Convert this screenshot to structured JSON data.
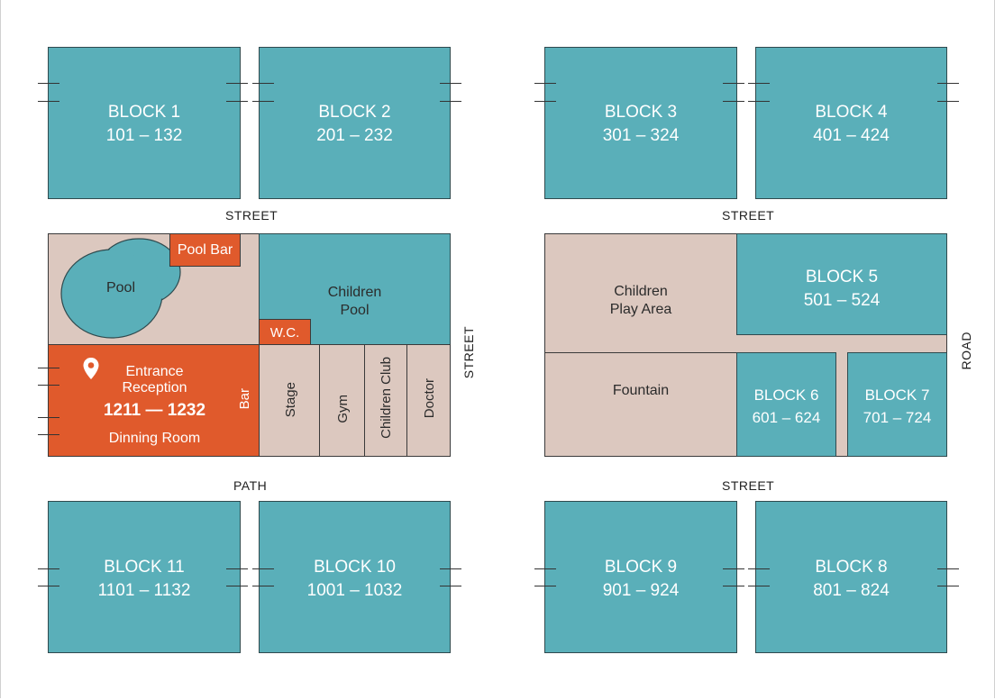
{
  "colors": {
    "block": "#5aafb9",
    "amenity": "#dcc8bf",
    "highlight": "#e05a2c",
    "outline": "#3a3a3a"
  },
  "blocks": {
    "b1": {
      "title": "BLOCK 1",
      "range": "101 – 132"
    },
    "b2": {
      "title": "BLOCK 2",
      "range": "201 – 232"
    },
    "b3": {
      "title": "BLOCK 3",
      "range": "301 – 324"
    },
    "b4": {
      "title": "BLOCK 4",
      "range": "401 – 424"
    },
    "b5": {
      "title": "BLOCK 5",
      "range": "501 – 524"
    },
    "b6": {
      "title": "BLOCK 6",
      "range": "601 – 624"
    },
    "b7": {
      "title": "BLOCK 7",
      "range": "701 – 724"
    },
    "b8": {
      "title": "BLOCK 8",
      "range": "801 – 824"
    },
    "b9": {
      "title": "BLOCK 9",
      "range": "901 – 924"
    },
    "b10": {
      "title": "BLOCK 10",
      "range": "1001 – 1032"
    },
    "b11": {
      "title": "BLOCK 11",
      "range": "1101 – 1132"
    }
  },
  "roads": {
    "street_top_left": "STREET",
    "street_top_right": "STREET",
    "street_vertical": "STREET",
    "path": "PATH",
    "street_bottom_right": "STREET",
    "road": "ROAD"
  },
  "amenities": {
    "pool": "Pool",
    "pool_bar": "Pool Bar",
    "children_pool_1": "Children",
    "children_pool_2": "Pool",
    "wc": "W.C.",
    "entrance": "Entrance",
    "reception": "Reception",
    "entrance_range": "1211 — 1232",
    "dinning_room": "Dinning Room",
    "bar": "Bar",
    "stage": "Stage",
    "gym": "Gym",
    "children_club": "Children Club",
    "doctor": "Doctor",
    "play_area_1": "Children",
    "play_area_2": "Play Area",
    "fountain": "Fountain"
  },
  "icons": {
    "entrance": "map-pin-icon"
  }
}
